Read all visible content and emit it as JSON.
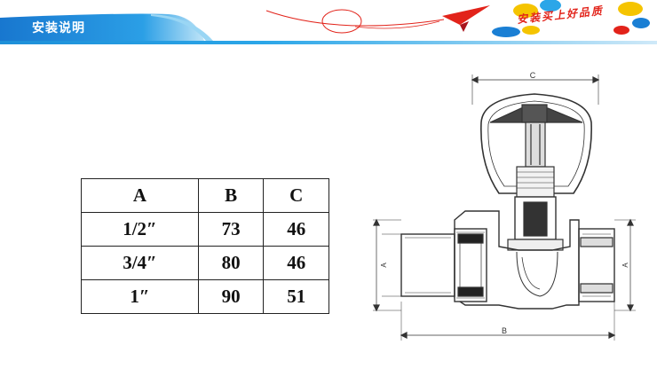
{
  "header": {
    "title": "安装说明",
    "slogan": "安装买上好品质"
  },
  "spec_table": {
    "headers": [
      "A",
      "B",
      "C"
    ],
    "rows": [
      [
        "1/2″",
        "73",
        "46"
      ],
      [
        "3/4″",
        "80",
        "46"
      ],
      [
        "1″",
        "90",
        "51"
      ]
    ]
  },
  "drawing": {
    "label_c": "C",
    "label_b": "B",
    "label_a_left": "A",
    "label_a_right": "A"
  },
  "colors": {
    "banner_blue": "#1a7fd4",
    "banner_light": "#5bbcf0",
    "accent_red": "#e2231a",
    "line_dark": "#333333"
  },
  "icons": [
    "paper-plane-icon",
    "swoosh-icon",
    "cloud-icon"
  ]
}
